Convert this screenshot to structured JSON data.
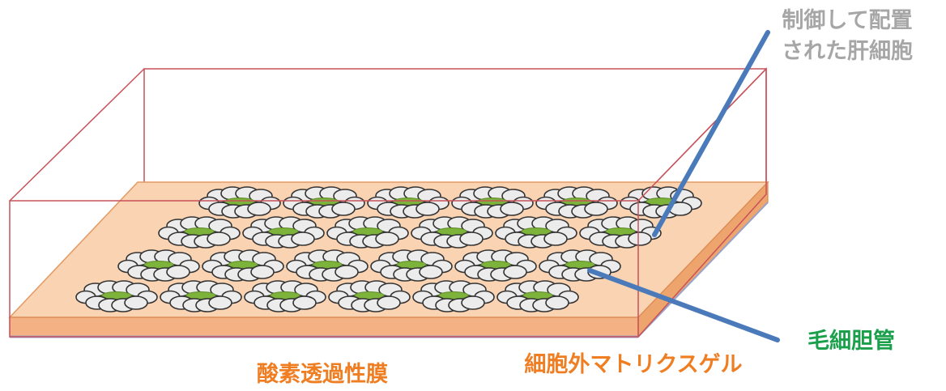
{
  "labels": {
    "hepatocytes_line1": "制御して配置",
    "hepatocytes_line2": "された肝細胞",
    "bile_canaliculus": "毛細胆管",
    "oxygen_membrane": "酸素透過性膜",
    "ecm_gel": "細胞外マトリクスゲル"
  },
  "colors": {
    "hepatocytes_text": "#a6a6a6",
    "bile_canaliculus_text": "#1aa04a",
    "orange_text": "#ef7d22",
    "chamber_outline": "#c8515a",
    "gel_top": "#fad3b3",
    "gel_side": "#f4b183",
    "callout_line": "#4a7ab9",
    "cell_fill": "#ececec",
    "canaliculus_fill": "#7db33a"
  },
  "cluster_rows": [
    6,
    6,
    6,
    6
  ]
}
